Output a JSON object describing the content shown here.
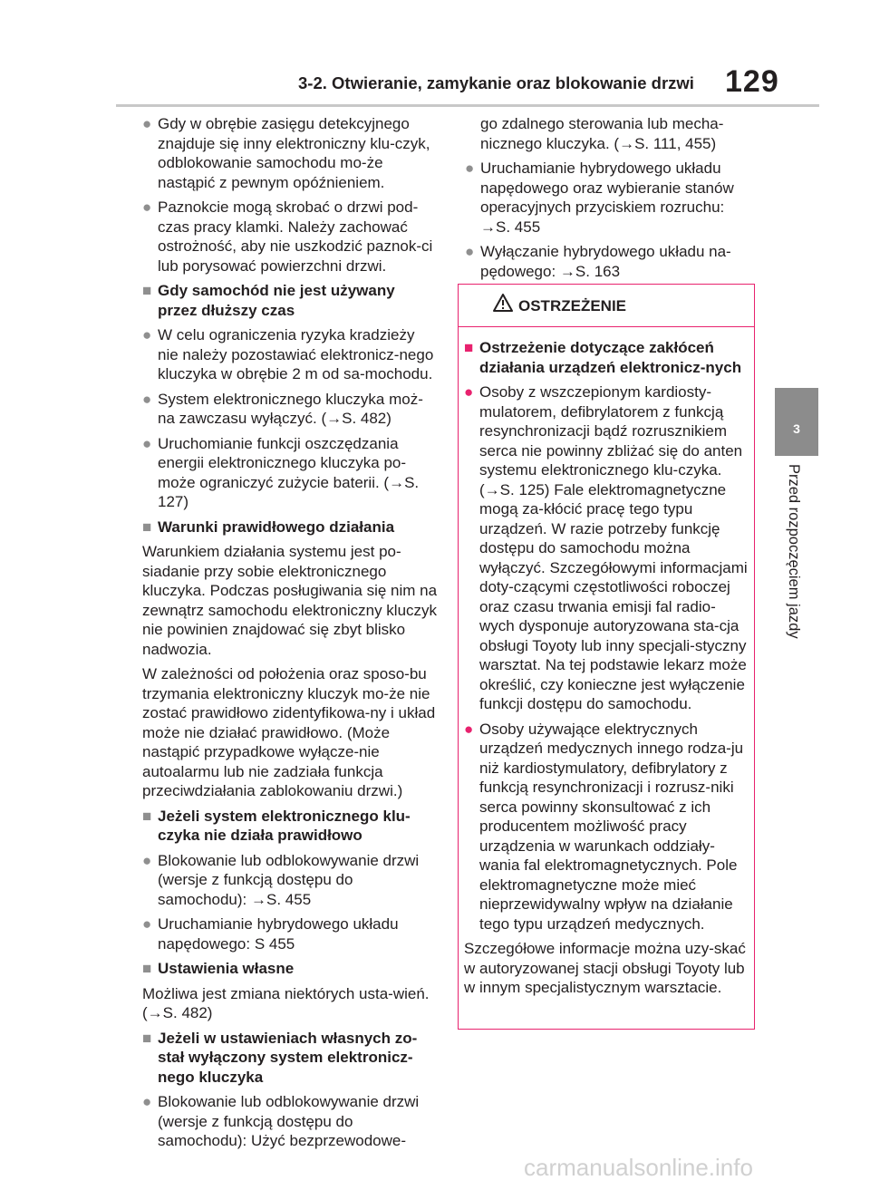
{
  "header": {
    "title": "3-2. Otwieranie, zamykanie oraz blokowanie drzwi",
    "page_number": "129"
  },
  "side_tab": {
    "number": "3",
    "label": "Przed rozpoczęciem jazdy"
  },
  "left": {
    "b1": "Gdy w obrębie zasięgu detekcyjnego znajduje się inny elektroniczny klu-czyk, odblokowanie samochodu mo-że nastąpić z pewnym opóźnieniem.",
    "b2": "Paznokcie mogą skrobać o drzwi pod-czas pracy klamki. Należy zachować ostrożność, aby nie uszkodzić paznok-ci lub porysować powierzchni drzwi.",
    "h1": "Gdy samochód nie jest używany przez dłuższy czas",
    "b3": "W celu ograniczenia ryzyka kradzieży nie należy pozostawiać elektronicz-nego kluczyka w obrębie 2 m od sa-mochodu.",
    "b4": "System elektronicznego kluczyka moż-na zawczasu wyłączyć. (→S. 482)",
    "b5": "Uruchomianie funkcji oszczędzania energii elektronicznego kluczyka po-może ograniczyć zużycie baterii. (→S. 127)",
    "h2": "Warunki prawidłowego działania",
    "p1": "Warunkiem działania systemu jest po-siadanie przy sobie elektronicznego kluczyka. Podczas posługiwania się nim na zewnątrz samochodu elektroniczny kluczyk nie powinien znajdować się zbyt blisko nadwozia.",
    "p2": "W zależności od położenia oraz sposo-bu trzymania elektroniczny kluczyk mo-że nie zostać prawidłowo zidentyfikowa-ny i układ może nie działać prawidłowo. (Może nastąpić przypadkowe wyłącze-nie autoalarmu lub nie zadziała funkcja przeciwdziałania zablokowaniu drzwi.)",
    "h3": "Jeżeli system elektronicznego klu-czyka nie działa prawidłowo",
    "b6": "Blokowanie lub odblokowywanie drzwi (wersje z funkcją dostępu do samochodu): →S. 455",
    "b7": "Uruchamianie hybrydowego układu napędowego: S 455",
    "h4": "Ustawienia własne",
    "p3": "Możliwa jest zmiana niektórych usta-wień. (→S. 482)",
    "h5": "Jeżeli w ustawieniach własnych zo-stał wyłączony system elektronicz-nego kluczyka",
    "b8": "Blokowanie lub odblokowywanie drzwi (wersje z funkcją dostępu do samochodu): Użyć bezprzewodowe-"
  },
  "right": {
    "c1": "go zdalnego sterowania lub mecha-nicznego kluczyka. (→S. 111, 455)",
    "b1": "Uruchamianie hybrydowego układu napędowego oraz wybieranie stanów operacyjnych przyciskiem rozruchu: →S. 455",
    "b2": "Wyłączanie hybrydowego układu na-pędowego: →S. 163"
  },
  "warning": {
    "title": "OSTRZEŻENIE",
    "h1": "Ostrzeżenie dotyczące zakłóceń działania urządzeń elektronicz-nych",
    "b1": "Osoby z wszczepionym kardiosty-mulatorem, defibrylatorem z funkcją resynchronizacji bądź rozrusznikiem serca nie powinny zbliżać się do anten systemu elektronicznego klu-czyka. (→S. 125) Fale elektromagnetyczne mogą za-kłócić pracę tego typu urządzeń. W razie potrzeby funkcję dostępu do samochodu można wyłączyć. Szczegółowymi informacjami doty-czącymi częstotliwości roboczej oraz czasu trwania emisji fal radio-wych dysponuje autoryzowana sta-cja obsługi Toyoty lub inny specjali-styczny warsztat. Na tej podstawie lekarz może określić, czy konieczne jest wyłączenie funkcji dostępu do samochodu.",
    "b2": "Osoby używające elektrycznych urządzeń medycznych innego rodza-ju niż kardiostymulatory, defibrylatory z funkcją resynchronizacji i rozrusz-niki serca powinny skonsultować z ich producentem możliwość pracy urządzenia w warunkach oddziały-wania fal elektromagnetycznych. Pole elektromagnetyczne może mieć nieprzewidywalny wpływ na działanie tego typu urządzeń medycznych.",
    "p1": "Szczegółowe informacje można uzy-skać w autoryzowanej stacji obsługi Toyoty lub w innym specjalistycznym warsztacie."
  },
  "watermark": "carmanualsonline.info",
  "colors": {
    "warning_accent": "#e8226e",
    "bullet_gray": "#8f8f8f",
    "tab_gray": "#8c8c8c"
  }
}
